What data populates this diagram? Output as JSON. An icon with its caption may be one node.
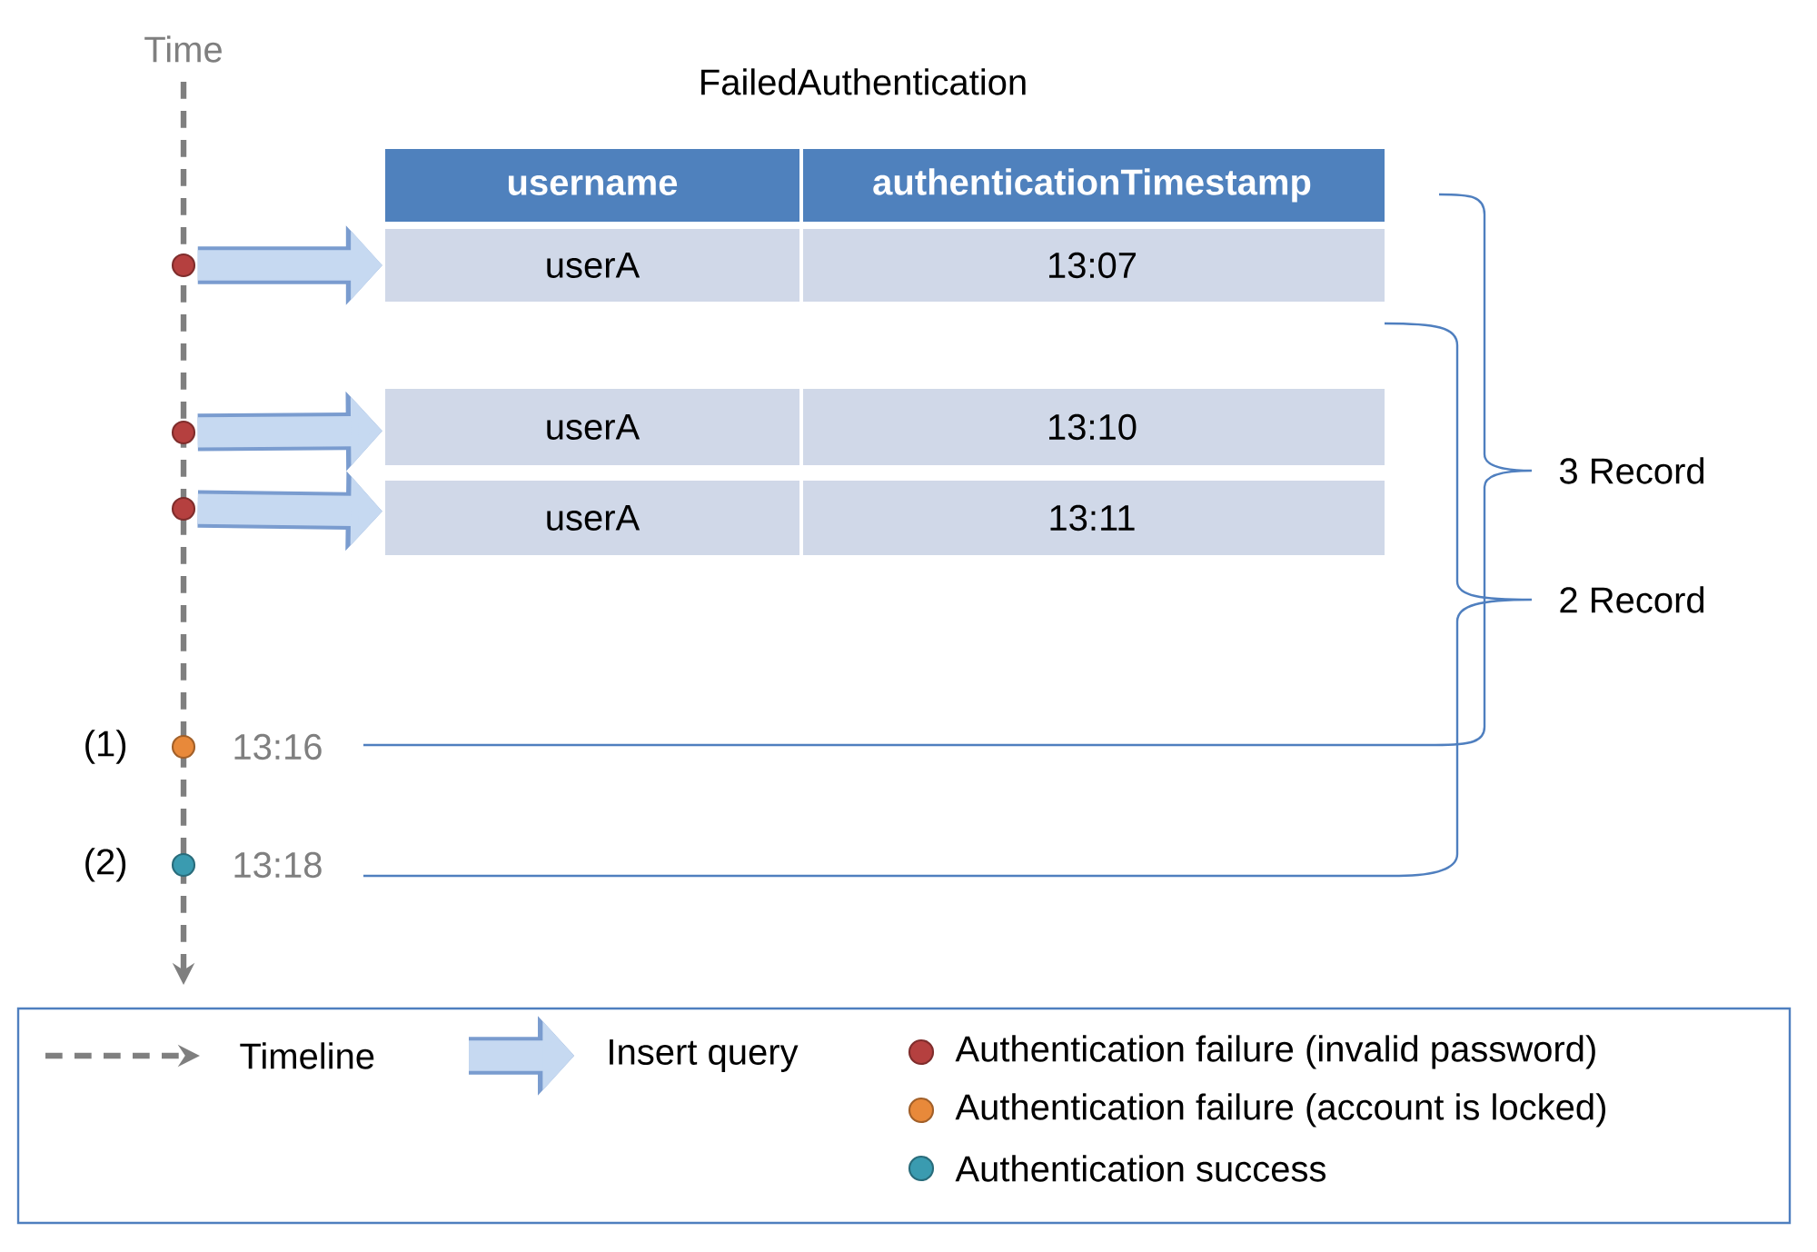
{
  "diagram": {
    "title": "FailedAuthentication",
    "nodes": [
      {
        "text": [
          "username",
          "authenticationTimestamp"
        ]
      },
      {
        "text": [
          "userA",
          "13:07"
        ]
      },
      {
        "text": [
          "userA",
          "13:10"
        ]
      },
      {
        "text": [
          "userA",
          "13:11"
        ]
      },
      {
        "text": [],
        "shape": "circle"
      },
      {
        "text": [],
        "shape": "circle"
      },
      {
        "text": [],
        "shape": "circle"
      },
      {
        "text": [],
        "shape": "circle",
        "beside": [
          "(1)",
          "13:16"
        ]
      },
      {
        "text": [],
        "shape": "circle",
        "beside": [
          "(2)",
          "13:18"
        ]
      }
    ],
    "edges": [
      {
        "from": 4,
        "to": 1,
        "arrow": "to"
      },
      {
        "from": 5,
        "to": 2,
        "arrow": "to"
      },
      {
        "from": 6,
        "to": 3,
        "arrow": "to"
      }
    ],
    "labels": [
      "Time",
      "3 Record",
      "2 Record"
    ],
    "legend": [
      {
        "text": "Timeline"
      },
      {
        "text": "Insert query"
      },
      {
        "text": "Authentication failure (invalid password)",
        "color": "#b5403f"
      },
      {
        "text": "Authentication failure (account is locked)",
        "color": "#e8893a"
      },
      {
        "text": "Authentication success",
        "color": "#3a9bb0"
      }
    ]
  }
}
